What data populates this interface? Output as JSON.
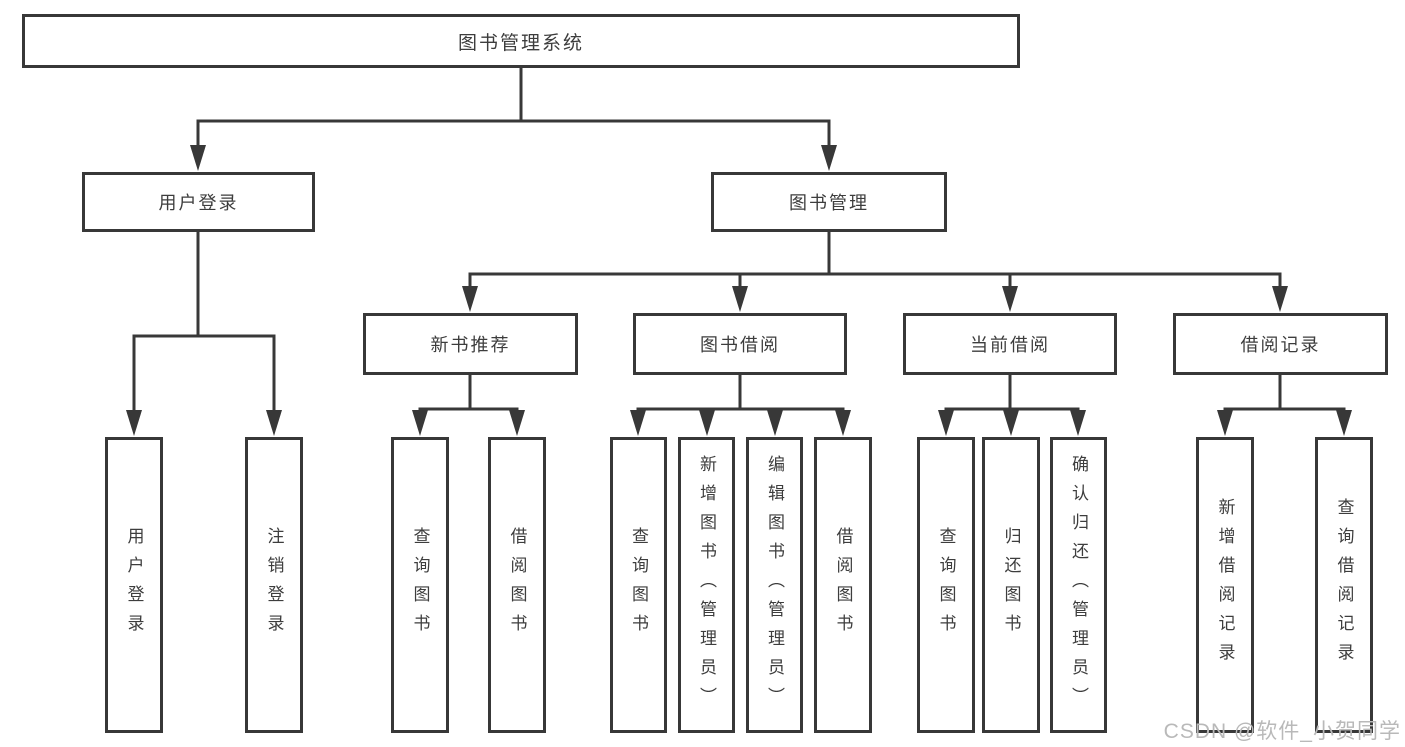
{
  "diagram": {
    "type": "hierarchy-tree",
    "title": "图书管理系统",
    "colors": {
      "line": "#383838",
      "box_border": "#383838",
      "text": "#3d3d3d",
      "background": "#ffffff",
      "watermark": "#b9b9b9"
    },
    "tree": {
      "label": "图书管理系统",
      "children": [
        {
          "label": "用户登录",
          "children": [
            {
              "label": "用户登录"
            },
            {
              "label": "注销登录"
            }
          ]
        },
        {
          "label": "图书管理",
          "children": [
            {
              "label": "新书推荐",
              "children": [
                {
                  "label": "查询图书"
                },
                {
                  "label": "借阅图书"
                }
              ]
            },
            {
              "label": "图书借阅",
              "children": [
                {
                  "label": "查询图书"
                },
                {
                  "label": "新增图书（管理员）"
                },
                {
                  "label": "编辑图书（管理员）"
                },
                {
                  "label": "借阅图书"
                }
              ]
            },
            {
              "label": "当前借阅",
              "children": [
                {
                  "label": "查询图书"
                },
                {
                  "label": "归还图书"
                },
                {
                  "label": "确认归还（管理员）"
                }
              ]
            },
            {
              "label": "借阅记录",
              "children": [
                {
                  "label": "新增借阅记录"
                },
                {
                  "label": "查询借阅记录"
                }
              ]
            }
          ]
        }
      ]
    }
  },
  "watermark": "CSDN @软件_小贺同学"
}
